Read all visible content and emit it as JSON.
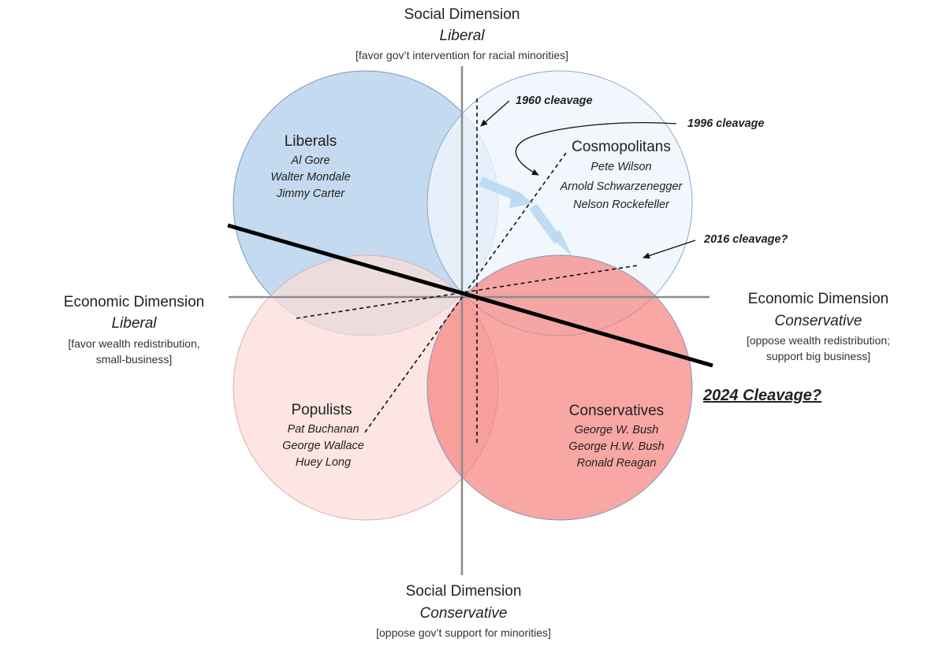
{
  "axes": {
    "top": {
      "title": "Social Dimension",
      "sub": "Liberal",
      "note": "[favor gov’t intervention for racial minorities]"
    },
    "bottom": {
      "title": "Social Dimension",
      "sub": "Conservative",
      "note": "[oppose gov’t support for minorities]"
    },
    "left": {
      "title": "Economic Dimension",
      "sub": "Liberal",
      "note1": "[favor wealth redistribution,",
      "note2": "small-business]"
    },
    "right": {
      "title": "Economic Dimension",
      "sub": "Conservative",
      "note1": "[oppose wealth redistribution;",
      "note2": "support big business]"
    }
  },
  "groups": {
    "liberals": {
      "name": "Liberals",
      "members": [
        "Al Gore",
        "Walter Mondale",
        "Jimmy Carter"
      ],
      "color": "#9fc3e6"
    },
    "cosmopolitans": {
      "name": "Cosmopolitans",
      "members": [
        "Pete Wilson",
        "Arnold Schwarzenegger",
        "Nelson Rockefeller"
      ],
      "color": "#eef5fc"
    },
    "populists": {
      "name": "Populists",
      "members": [
        "Pat Buchanan",
        "George Wallace",
        "Huey Long"
      ],
      "color": "#fbdcd8"
    },
    "conservatives": {
      "name": "Conservatives",
      "members": [
        "George W. Bush",
        "George H.W. Bush",
        "Ronald Reagan"
      ],
      "color": "#f47e79"
    }
  },
  "cleavages": {
    "c1960": "1960 cleavage",
    "c1996": "1996 cleavage",
    "c2016": "2016 cleavage?",
    "c2024": "2024 Cleavage?"
  }
}
